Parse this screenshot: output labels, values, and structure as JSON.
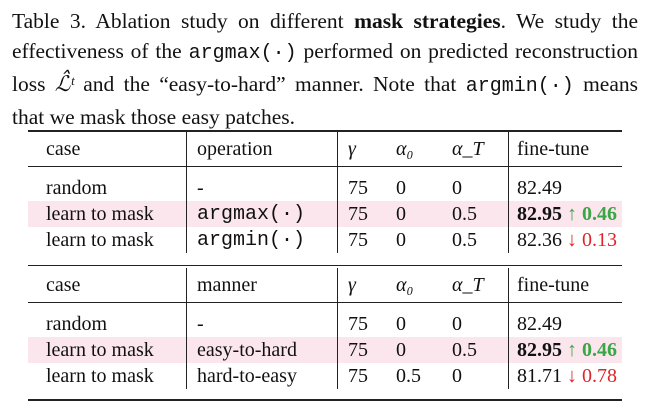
{
  "caption": {
    "label": "Table 3.",
    "text_1": "Ablation study on different",
    "bold": "mask strategies",
    "text_2": ". We study the effectiveness of the",
    "func_max": "argmax(·)",
    "text_3": "performed on predicted reconstruction loss",
    "symbol": "ℒ̂ᵗ",
    "text_4": "and the “easy-to-hard” manner. Note that",
    "func_min": "argmin(·)",
    "text_5": "means that we mask those easy patches."
  },
  "table1": {
    "headers": {
      "case": "case",
      "op": "operation",
      "gamma": "γ",
      "a0": "α₀",
      "at": "α_T",
      "ft": "fine-tune"
    },
    "rows": [
      {
        "case": "random",
        "op": "-",
        "mono": false,
        "gamma": "75",
        "a0": "0",
        "at": "0",
        "ft": "82.49",
        "delta": "",
        "dir": "",
        "hl": false,
        "bold": false
      },
      {
        "case": "learn to mask",
        "op": "argmax(·)",
        "mono": true,
        "gamma": "75",
        "a0": "0",
        "at": "0.5",
        "ft": "82.95",
        "delta": "↑ 0.46",
        "dir": "up",
        "hl": true,
        "bold": true
      },
      {
        "case": "learn to mask",
        "op": "argmin(·)",
        "mono": true,
        "gamma": "75",
        "a0": "0",
        "at": "0.5",
        "ft": "82.36",
        "delta": "↓ 0.13",
        "dir": "down",
        "hl": false,
        "bold": false
      }
    ]
  },
  "table2": {
    "headers": {
      "case": "case",
      "op": "manner",
      "gamma": "γ",
      "a0": "α₀",
      "at": "α_T",
      "ft": "fine-tune"
    },
    "rows": [
      {
        "case": "random",
        "op": "-",
        "mono": false,
        "gamma": "75",
        "a0": "0",
        "at": "0",
        "ft": "82.49",
        "delta": "",
        "dir": "",
        "hl": false,
        "bold": false
      },
      {
        "case": "learn to mask",
        "op": "easy-to-hard",
        "mono": false,
        "gamma": "75",
        "a0": "0",
        "at": "0.5",
        "ft": "82.95",
        "delta": "↑ 0.46",
        "dir": "up",
        "hl": true,
        "bold": true
      },
      {
        "case": "learn to mask",
        "op": "hard-to-easy",
        "mono": false,
        "gamma": "75",
        "a0": "0.5",
        "at": "0",
        "ft": "81.71",
        "delta": "↓ 0.78",
        "dir": "down",
        "hl": false,
        "bold": false
      }
    ]
  }
}
